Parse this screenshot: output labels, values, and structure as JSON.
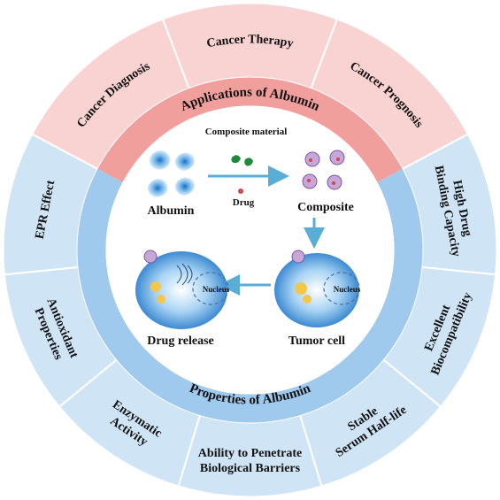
{
  "applications": {
    "band_title": "Applications of Albumin",
    "segments": [
      {
        "label": "Cancer Diagnosis"
      },
      {
        "label": "Cancer Therapy"
      },
      {
        "label": "Cancer Prognosis"
      }
    ]
  },
  "properties": {
    "band_title": "Properties of Albumin",
    "segments": [
      {
        "lines": [
          "High Drug",
          "Binding Capacity"
        ]
      },
      {
        "lines": [
          "Excellent",
          "Biocompatibility"
        ]
      },
      {
        "lines": [
          "Stable",
          "Serum Half-life"
        ]
      },
      {
        "lines": [
          "Ability to Penetrate",
          "Biological Barriers"
        ]
      },
      {
        "lines": [
          "Enzymatic",
          "Activity"
        ]
      },
      {
        "lines": [
          "Antioxidant",
          "Properties"
        ]
      },
      {
        "lines": [
          "EPR Effect"
        ]
      }
    ]
  },
  "center": {
    "composite_material": "Composite material",
    "albumin": "Albumin",
    "drug": "Drug",
    "composite": "Composite",
    "tumor_cell": "Tumor cell",
    "drug_release": "Drug release",
    "nucleus": "Nucleus"
  },
  "colors": {
    "outer_pink": "#f9d3d2",
    "band_pink": "#f19f9c",
    "outer_blue": "#cfe5f5",
    "band_blue": "#9fcaee",
    "cell_blue": "#3f8fd6",
    "arrow": "#5aaed6"
  }
}
